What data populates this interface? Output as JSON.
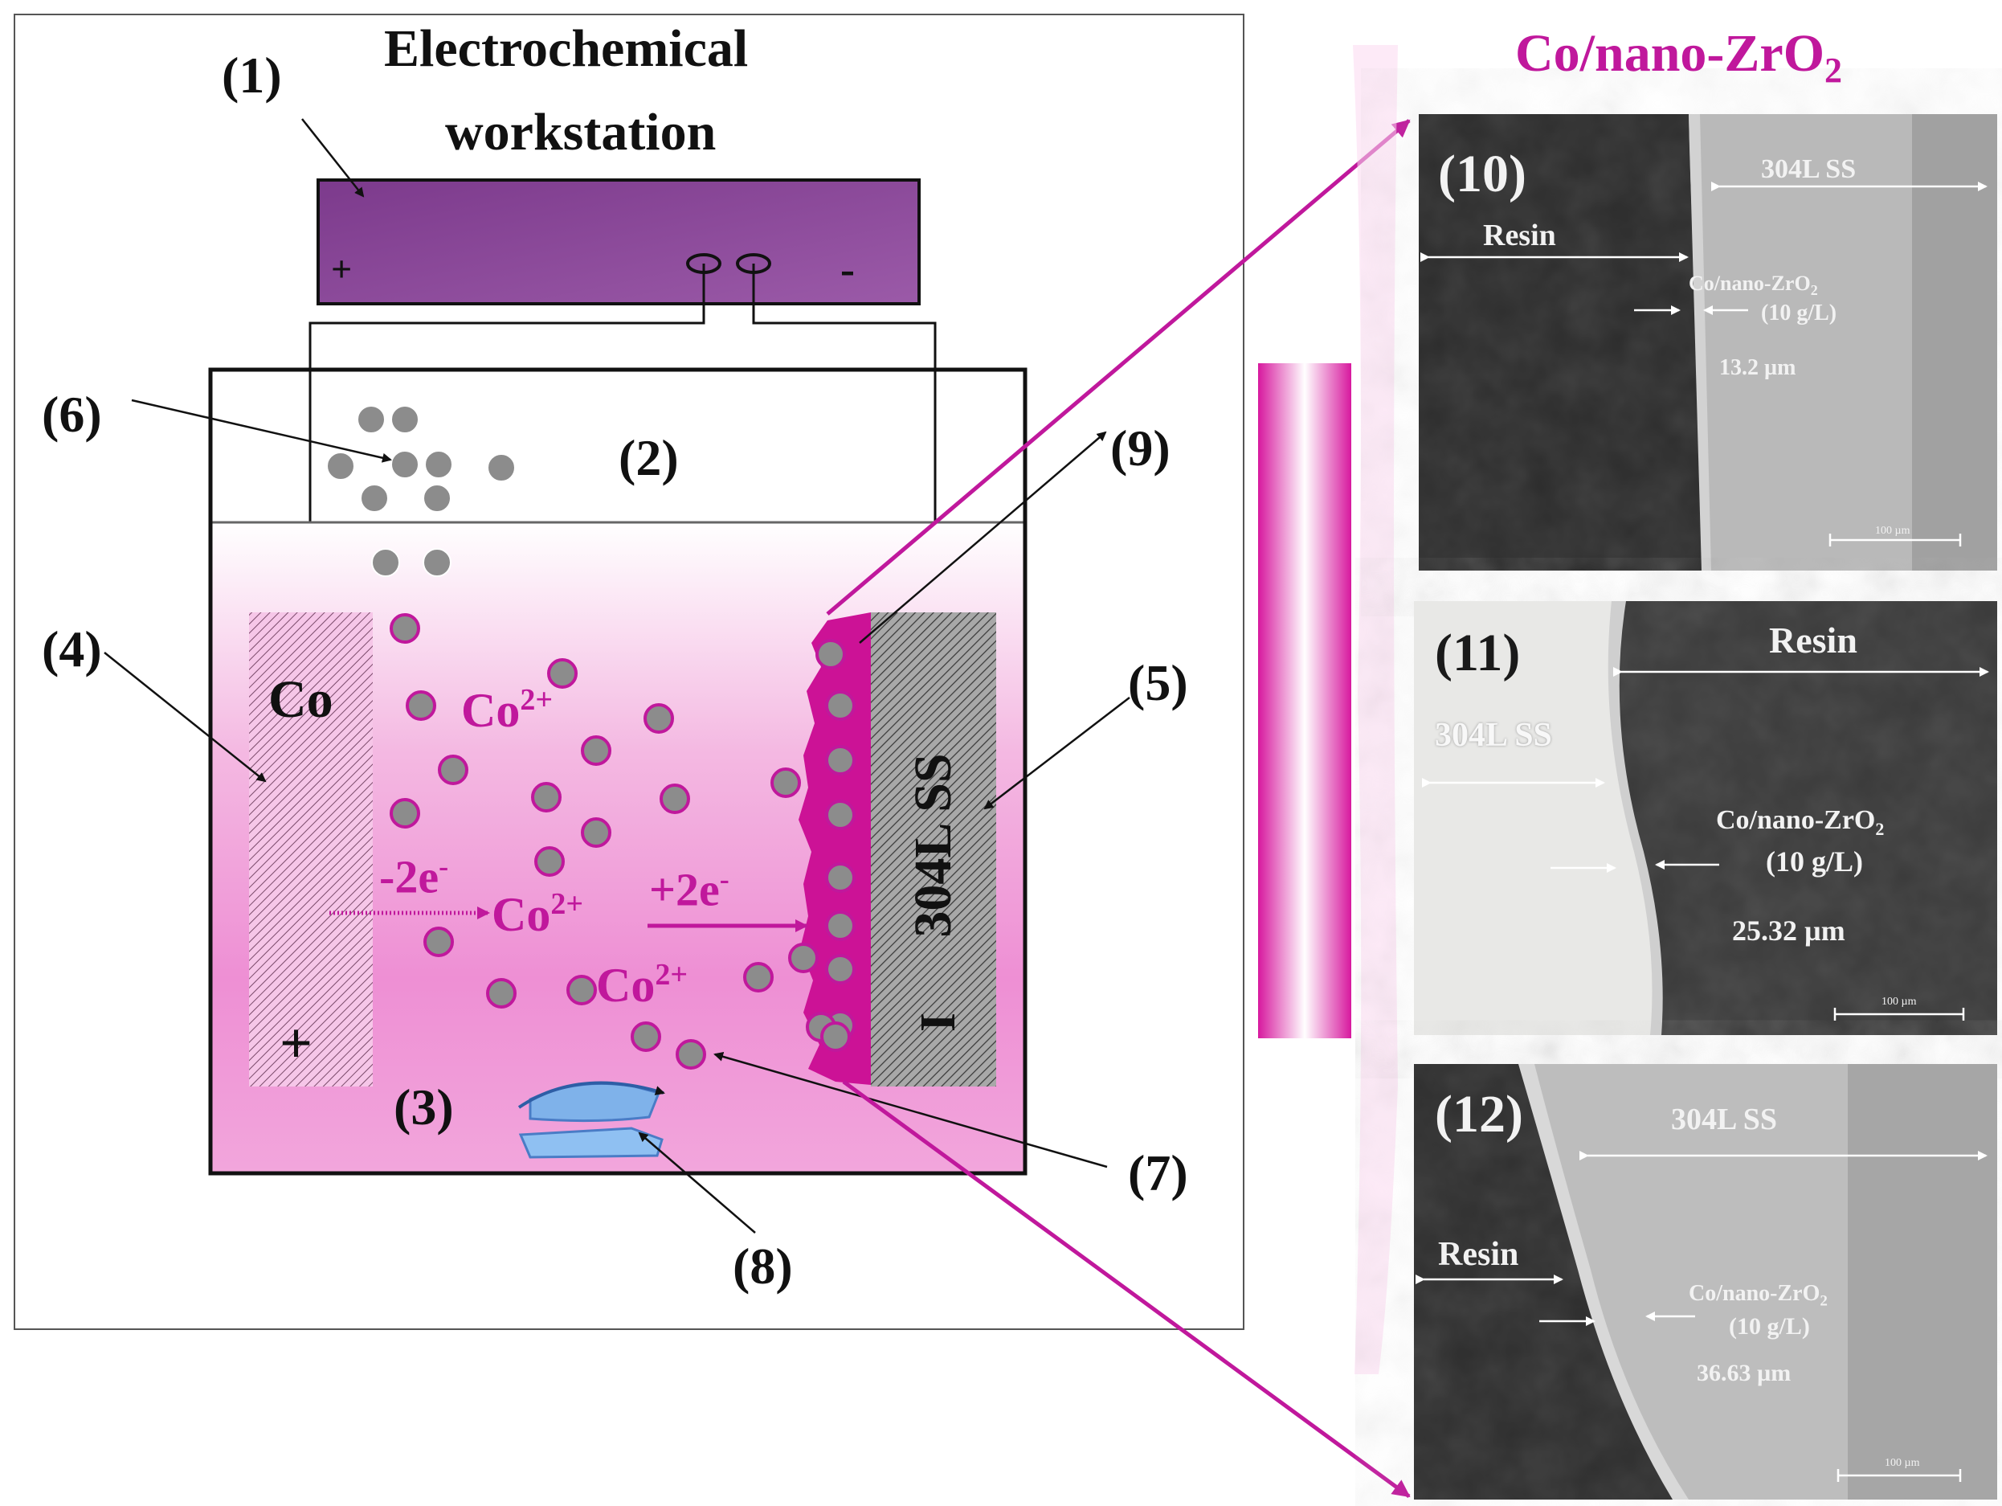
{
  "title": {
    "line1": "Electrochemical",
    "line2": "workstation"
  },
  "right_title": {
    "main": "Co/nano-ZrO",
    "sub": "2"
  },
  "callouts": {
    "n1": "(1)",
    "n2": "(2)",
    "n3": "(3)",
    "n4": "(4)",
    "n5": "(5)",
    "n6": "(6)",
    "n7": "(7)",
    "n8": "(8)",
    "n9": "(9)"
  },
  "workstation": {
    "plus": "+",
    "minus": "-"
  },
  "anode": {
    "label": "Co",
    "sign": "+"
  },
  "cathode": {
    "label": "304L SS",
    "sign": "I"
  },
  "ions": {
    "ion1": {
      "base": "Co",
      "sup": "2+"
    },
    "ion2": {
      "base": "Co",
      "sup": "2+"
    },
    "ion3": {
      "base": "Co",
      "sup": "2+"
    }
  },
  "electrons": {
    "minus": {
      "base": "-2e",
      "sup": "-"
    },
    "plus": {
      "base": "+2e",
      "sup": "-"
    }
  },
  "panels": [
    {
      "id": "(10)",
      "substrate": "304L SS",
      "resin": "Resin",
      "coating_line1": "Co/nano-ZrO",
      "coating_sub": "2",
      "coating_line2": "(10 g/L)",
      "thickness": "13.2 µm",
      "scale": "100 µm"
    },
    {
      "id": "(11)",
      "substrate": "304L SS",
      "resin": "Resin",
      "coating_line1": "Co/nano-ZrO",
      "coating_sub": "2",
      "coating_line2": "(10 g/L)",
      "thickness": "25.32 µm",
      "scale": "100 µm"
    },
    {
      "id": "(12)",
      "substrate": "304L SS",
      "resin": "Resin",
      "coating_line1": "Co/nano-ZrO",
      "coating_sub": "2",
      "coating_line2": "(10 g/L)",
      "thickness": "36.63 µm",
      "scale": "100 µm"
    }
  ],
  "colors": {
    "magenta": "#c0189c",
    "workstation": "#8a4a96",
    "particle": "#8c8c8c",
    "stirrer": "#7fb2ea",
    "cathode": "#9a9a9a"
  }
}
